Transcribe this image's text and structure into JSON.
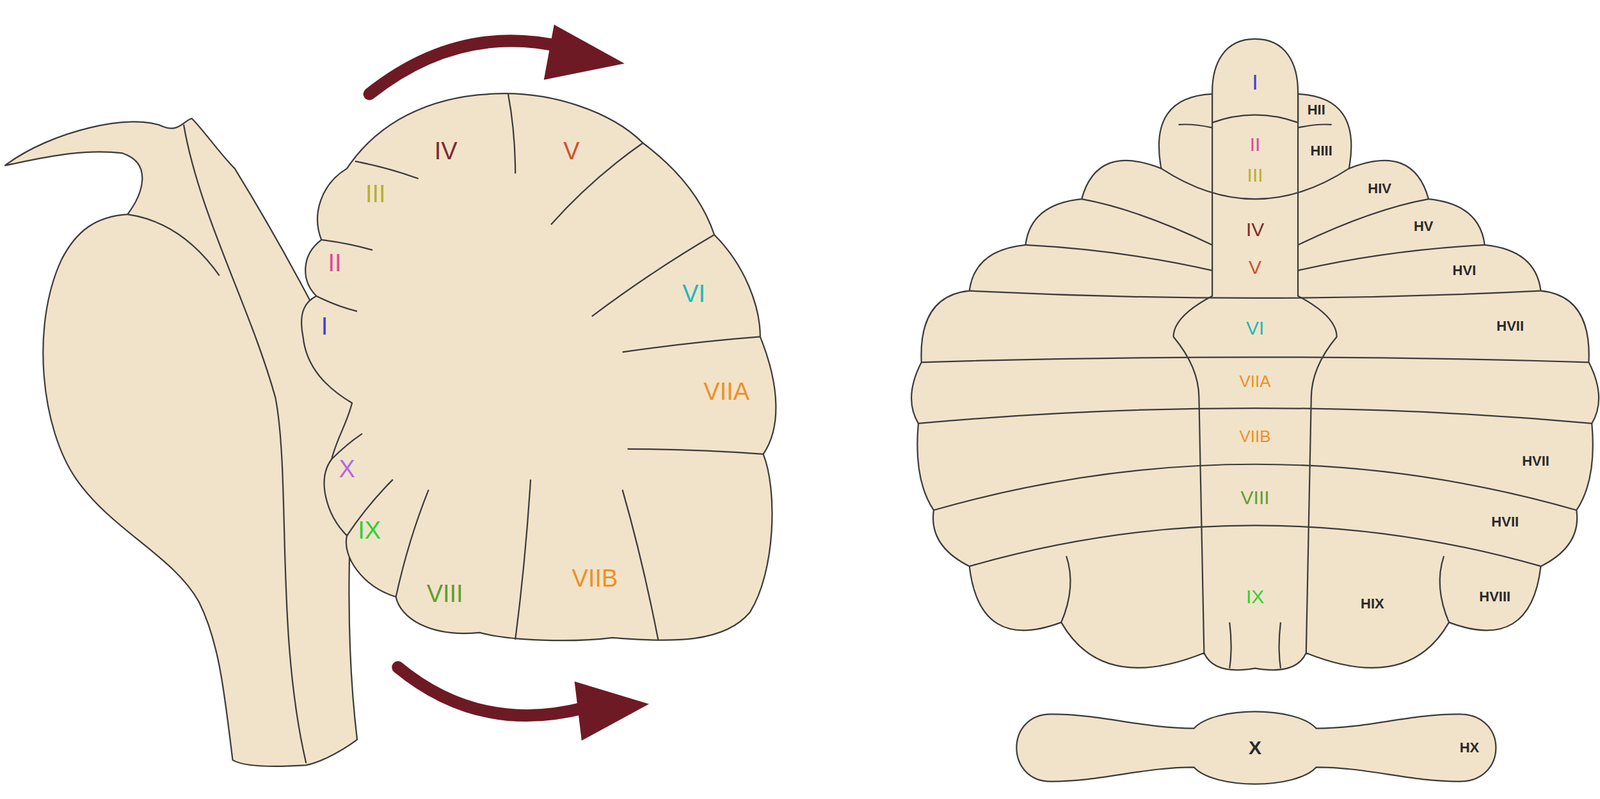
{
  "diagram": {
    "labels": [
      "IV",
      "V",
      "III",
      "II",
      "I",
      "VI",
      "VIIA",
      "X",
      "IX",
      "VIII",
      "VIIB",
      "I",
      "HII",
      "HIII",
      "II",
      "III",
      "HIV",
      "IV",
      "V",
      "HV",
      "HVI",
      "VI",
      "HVII",
      "VIIA",
      "VIIB",
      "HVII",
      "VIII",
      "HVII",
      "HVIII",
      "IX",
      "HIX",
      "X",
      "HX"
    ]
  }
}
